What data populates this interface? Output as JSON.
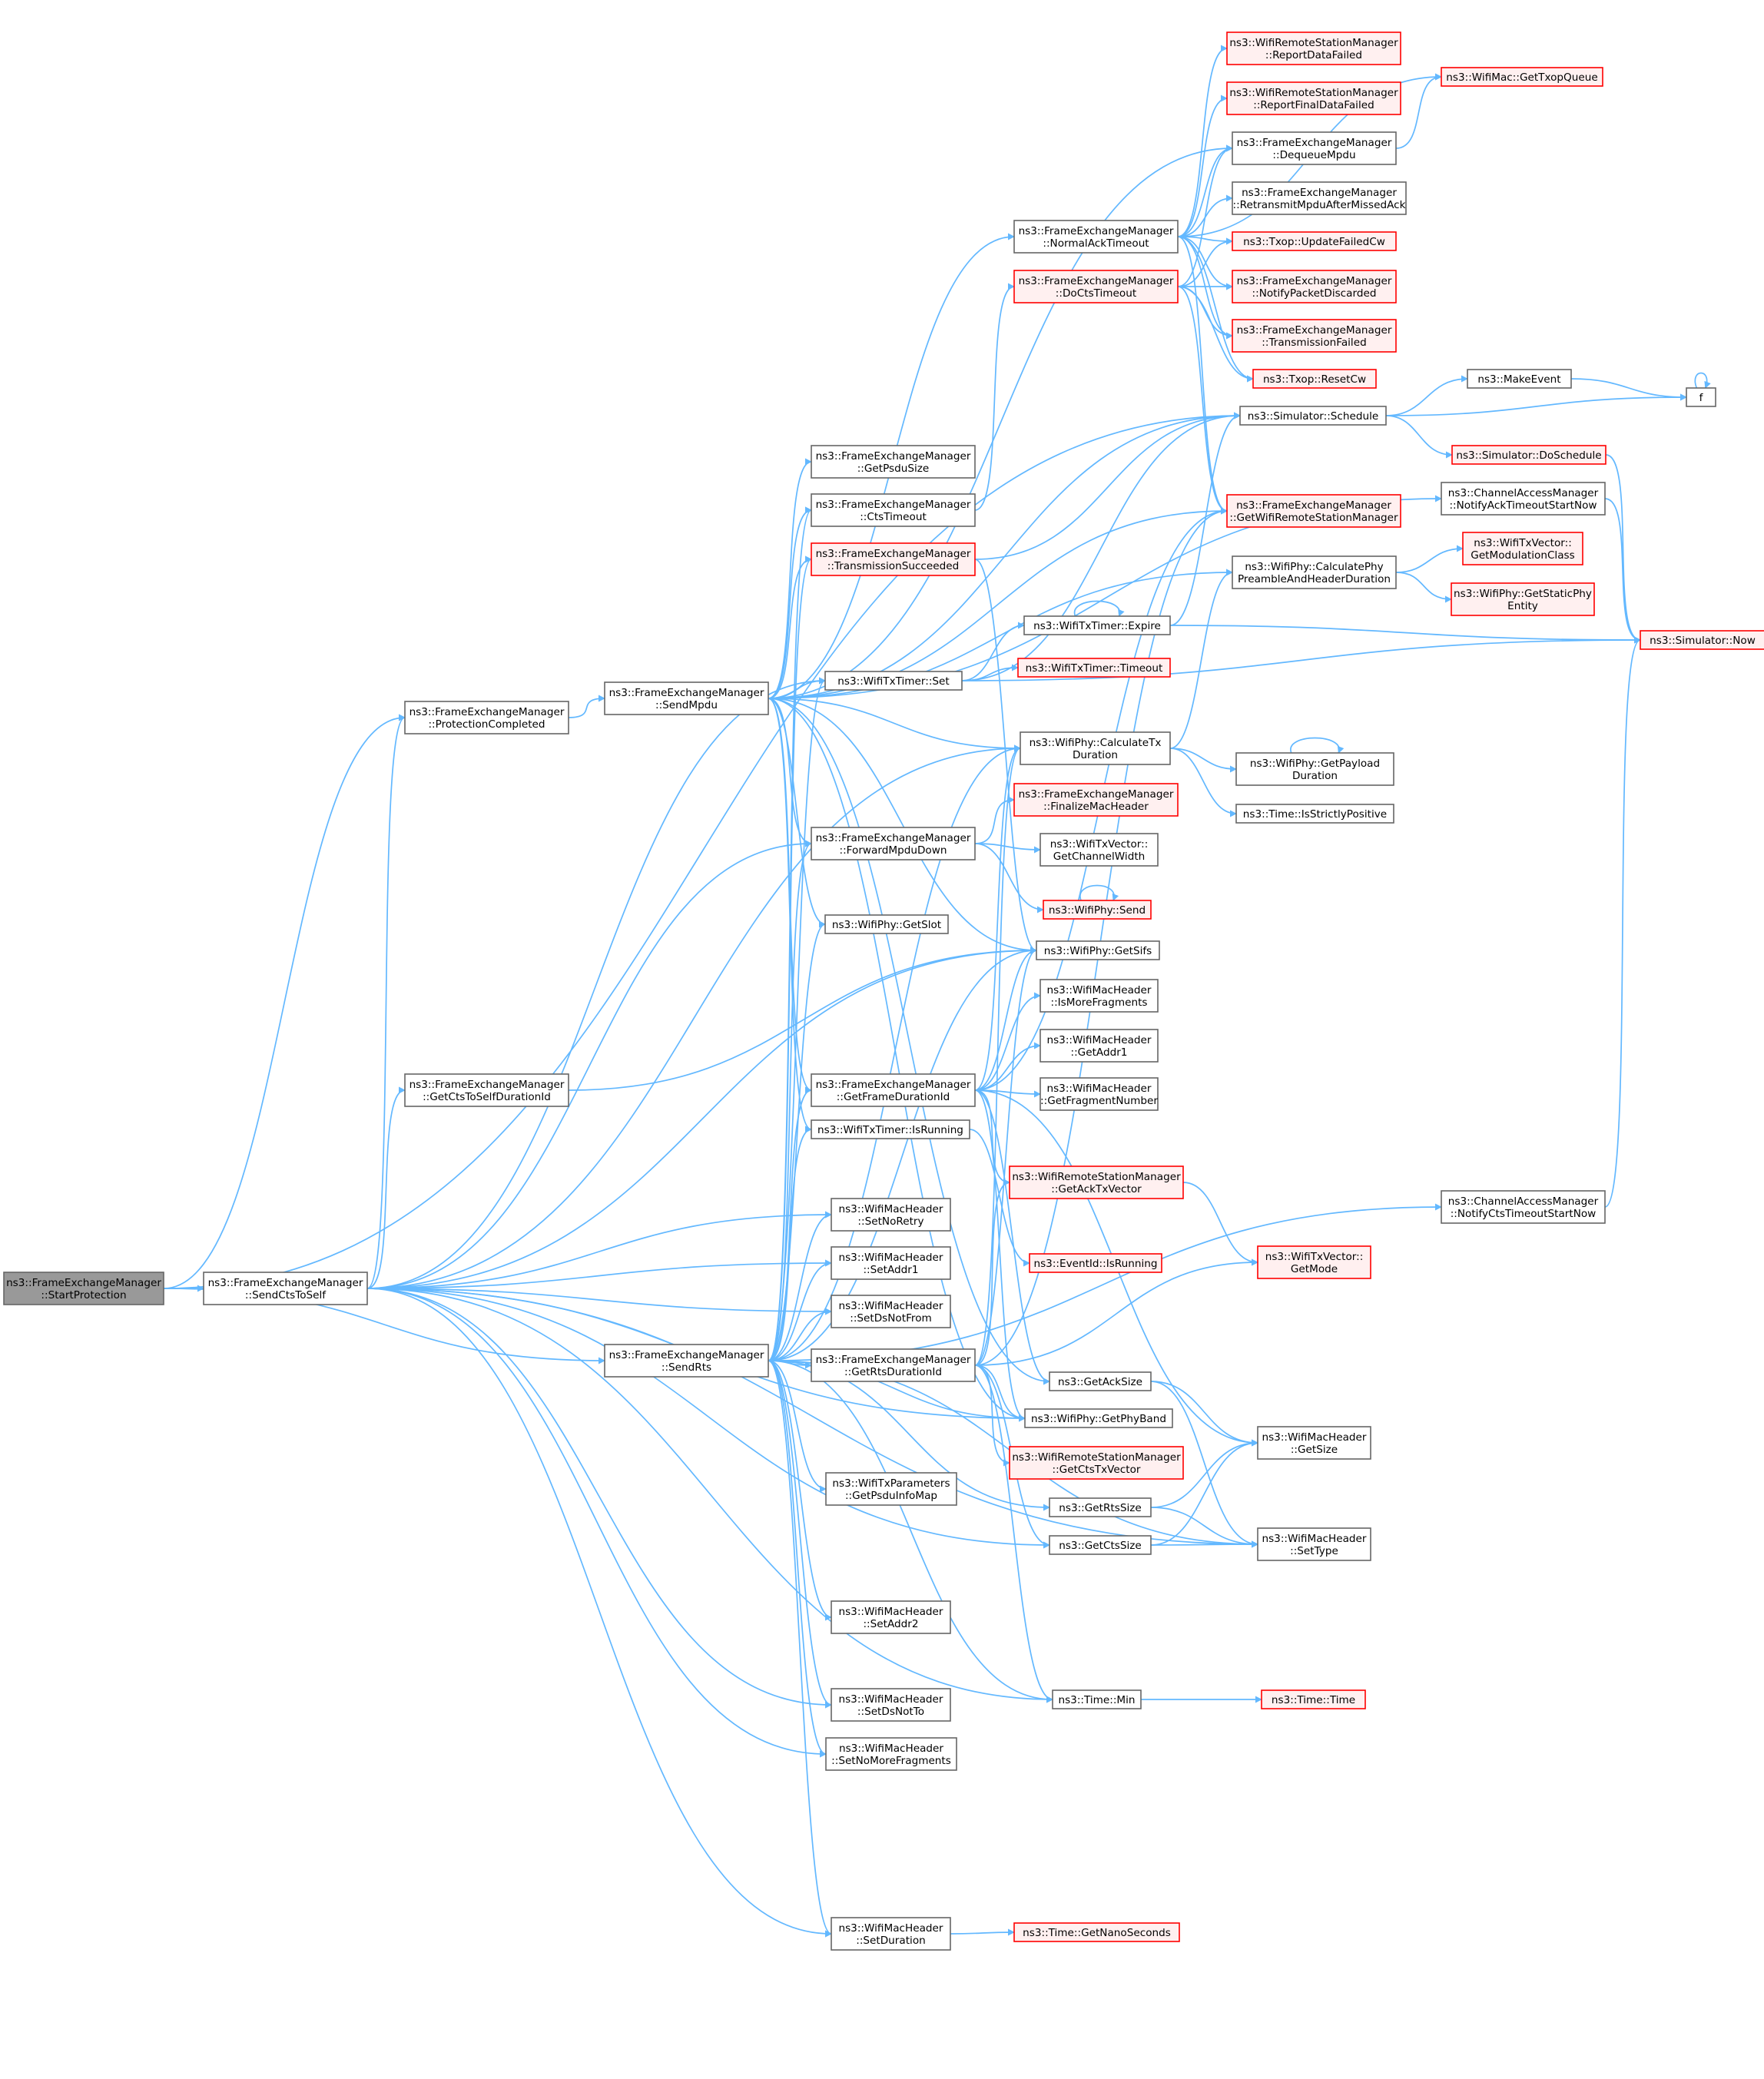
{
  "colors": {
    "edge": "#63b8ff",
    "root_fill": "#999999",
    "normal_fill": "#ffffff",
    "normal_border": "#666666",
    "trunc_fill": "#fff0f0",
    "trunc_border": "#ff0000"
  },
  "nodes": [
    {
      "id": "startprot",
      "lines": [
        "ns3::FrameExchangeManager",
        "::StartProtection"
      ],
      "style": "root"
    },
    {
      "id": "sendctstoself",
      "lines": [
        "ns3::FrameExchangeManager",
        "::SendCtsToSelf"
      ],
      "style": "normal"
    },
    {
      "id": "protcompleted",
      "lines": [
        "ns3::FrameExchangeManager",
        "::ProtectionCompleted"
      ],
      "style": "normal"
    },
    {
      "id": "getctstoselfdur",
      "lines": [
        "ns3::FrameExchangeManager",
        "::GetCtsToSelfDurationId"
      ],
      "style": "normal"
    },
    {
      "id": "sendmpdu",
      "lines": [
        "ns3::FrameExchangeManager",
        "::SendMpdu"
      ],
      "style": "normal"
    },
    {
      "id": "sendrts",
      "lines": [
        "ns3::FrameExchangeManager",
        "::SendRts"
      ],
      "style": "normal"
    },
    {
      "id": "normalacktimeout",
      "lines": [
        "ns3::FrameExchangeManager",
        "::NormalAckTimeout"
      ],
      "style": "normal"
    },
    {
      "id": "docts",
      "lines": [
        "ns3::FrameExchangeManager",
        "::DoCtsTimeout"
      ],
      "style": "trunc"
    },
    {
      "id": "getpsdusize",
      "lines": [
        "ns3::FrameExchangeManager",
        "::GetPsduSize"
      ],
      "style": "normal"
    },
    {
      "id": "ctstimeout",
      "lines": [
        "ns3::FrameExchangeManager",
        "::CtsTimeout"
      ],
      "style": "normal"
    },
    {
      "id": "txsucceeded",
      "lines": [
        "ns3::FrameExchangeManager",
        "::TransmissionSucceeded"
      ],
      "style": "trunc"
    },
    {
      "id": "timerset",
      "lines": [
        "ns3::WifiTxTimer::Set"
      ],
      "style": "normal"
    },
    {
      "id": "forwardmpdu",
      "lines": [
        "ns3::FrameExchangeManager",
        "::ForwardMpduDown"
      ],
      "style": "normal"
    },
    {
      "id": "getslot",
      "lines": [
        "ns3::WifiPhy::GetSlot"
      ],
      "style": "normal"
    },
    {
      "id": "getframedur",
      "lines": [
        "ns3::FrameExchangeManager",
        "::GetFrameDurationId"
      ],
      "style": "normal"
    },
    {
      "id": "timerisrunning",
      "lines": [
        "ns3::WifiTxTimer::IsRunning"
      ],
      "style": "normal"
    },
    {
      "id": "setnoretry",
      "lines": [
        "ns3::WifiMacHeader",
        "::SetNoRetry"
      ],
      "style": "normal"
    },
    {
      "id": "setaddr1",
      "lines": [
        "ns3::WifiMacHeader",
        "::SetAddr1"
      ],
      "style": "normal"
    },
    {
      "id": "setdsnotfrom",
      "lines": [
        "ns3::WifiMacHeader",
        "::SetDsNotFrom"
      ],
      "style": "normal"
    },
    {
      "id": "getrtsdur",
      "lines": [
        "ns3::FrameExchangeManager",
        "::GetRtsDurationId"
      ],
      "style": "normal"
    },
    {
      "id": "getpsduinfomap",
      "lines": [
        "ns3::WifiTxParameters",
        "::GetPsduInfoMap"
      ],
      "style": "normal"
    },
    {
      "id": "setaddr2",
      "lines": [
        "ns3::WifiMacHeader",
        "::SetAddr2"
      ],
      "style": "normal"
    },
    {
      "id": "setdsnotto",
      "lines": [
        "ns3::WifiMacHeader",
        "::SetDsNotTo"
      ],
      "style": "normal"
    },
    {
      "id": "setnomorefrag",
      "lines": [
        "ns3::WifiMacHeader",
        "::SetNoMoreFragments"
      ],
      "style": "normal"
    },
    {
      "id": "setduration",
      "lines": [
        "ns3::WifiMacHeader",
        "::SetDuration"
      ],
      "style": "normal"
    },
    {
      "id": "timerexpire",
      "lines": [
        "ns3::WifiTxTimer::Expire"
      ],
      "style": "normal"
    },
    {
      "id": "timertimeout",
      "lines": [
        "ns3::WifiTxTimer::Timeout"
      ],
      "style": "trunc"
    },
    {
      "id": "calctxdur",
      "lines": [
        "ns3::WifiPhy::CalculateTx",
        "Duration"
      ],
      "style": "normal"
    },
    {
      "id": "finalizemac",
      "lines": [
        "ns3::FrameExchangeManager",
        "::FinalizeMacHeader"
      ],
      "style": "trunc"
    },
    {
      "id": "getchanwidth",
      "lines": [
        "ns3::WifiTxVector::",
        "GetChannelWidth"
      ],
      "style": "normal"
    },
    {
      "id": "physend",
      "lines": [
        "ns3::WifiPhy::Send"
      ],
      "style": "trunc"
    },
    {
      "id": "getsifs",
      "lines": [
        "ns3::WifiPhy::GetSifs"
      ],
      "style": "normal"
    },
    {
      "id": "ismorefrag",
      "lines": [
        "ns3::WifiMacHeader",
        "::IsMoreFragments"
      ],
      "style": "normal"
    },
    {
      "id": "getaddr1",
      "lines": [
        "ns3::WifiMacHeader",
        "::GetAddr1"
      ],
      "style": "normal"
    },
    {
      "id": "getfragnum",
      "lines": [
        "ns3::WifiMacHeader",
        "::GetFragmentNumber"
      ],
      "style": "normal"
    },
    {
      "id": "getacktxvec",
      "lines": [
        "ns3::WifiRemoteStationManager",
        "::GetAckTxVector"
      ],
      "style": "trunc"
    },
    {
      "id": "eventisrunning",
      "lines": [
        "ns3::EventId::IsRunning"
      ],
      "style": "trunc"
    },
    {
      "id": "getacksize",
      "lines": [
        "ns3::GetAckSize"
      ],
      "style": "normal"
    },
    {
      "id": "getphyband",
      "lines": [
        "ns3::WifiPhy::GetPhyBand"
      ],
      "style": "normal"
    },
    {
      "id": "getctstxvec",
      "lines": [
        "ns3::WifiRemoteStationManager",
        "::GetCtsTxVector"
      ],
      "style": "trunc"
    },
    {
      "id": "getrtssize",
      "lines": [
        "ns3::GetRtsSize"
      ],
      "style": "normal"
    },
    {
      "id": "getctssize",
      "lines": [
        "ns3::GetCtsSize"
      ],
      "style": "normal"
    },
    {
      "id": "timemin",
      "lines": [
        "ns3::Time::Min"
      ],
      "style": "normal"
    },
    {
      "id": "getnanosec",
      "lines": [
        "ns3::Time::GetNanoSeconds"
      ],
      "style": "trunc"
    },
    {
      "id": "reportdatafailed",
      "lines": [
        "ns3::WifiRemoteStationManager",
        "::ReportDataFailed"
      ],
      "style": "trunc"
    },
    {
      "id": "reportfinaldatafailed",
      "lines": [
        "ns3::WifiRemoteStationManager",
        "::ReportFinalDataFailed"
      ],
      "style": "trunc"
    },
    {
      "id": "dequeuempdu",
      "lines": [
        "ns3::FrameExchangeManager",
        "::DequeueMpdu"
      ],
      "style": "normal"
    },
    {
      "id": "retransmitmpdu",
      "lines": [
        "ns3::FrameExchangeManager",
        "::RetransmitMpduAfterMissedAck"
      ],
      "style": "normal"
    },
    {
      "id": "updatefailedcw",
      "lines": [
        "ns3::Txop::UpdateFailedCw"
      ],
      "style": "trunc"
    },
    {
      "id": "notifypktdiscarded",
      "lines": [
        "ns3::FrameExchangeManager",
        "::NotifyPacketDiscarded"
      ],
      "style": "trunc"
    },
    {
      "id": "txfailed",
      "lines": [
        "ns3::FrameExchangeManager",
        "::TransmissionFailed"
      ],
      "style": "trunc"
    },
    {
      "id": "resetcw",
      "lines": [
        "ns3::Txop::ResetCw"
      ],
      "style": "trunc"
    },
    {
      "id": "schedule",
      "lines": [
        "ns3::Simulator::Schedule"
      ],
      "style": "normal"
    },
    {
      "id": "getwifirsm",
      "lines": [
        "ns3::FrameExchangeManager",
        "::GetWifiRemoteStationManager"
      ],
      "style": "trunc"
    },
    {
      "id": "calcphypreamble",
      "lines": [
        "ns3::WifiPhy::CalculatePhy",
        "PreambleAndHeaderDuration"
      ],
      "style": "normal"
    },
    {
      "id": "getpayloaddur",
      "lines": [
        "ns3::WifiPhy::GetPayload",
        "Duration"
      ],
      "style": "normal"
    },
    {
      "id": "isstrictlypositive",
      "lines": [
        "ns3::Time::IsStrictlyPositive"
      ],
      "style": "normal"
    },
    {
      "id": "getmode",
      "lines": [
        "ns3::WifiTxVector::",
        "GetMode"
      ],
      "style": "trunc"
    },
    {
      "id": "getsize",
      "lines": [
        "ns3::WifiMacHeader",
        "::GetSize"
      ],
      "style": "normal"
    },
    {
      "id": "settype",
      "lines": [
        "ns3::WifiMacHeader",
        "::SetType"
      ],
      "style": "normal"
    },
    {
      "id": "timetime",
      "lines": [
        "ns3::Time::Time"
      ],
      "style": "trunc"
    },
    {
      "id": "gettxopqueue",
      "lines": [
        "ns3::WifiMac::GetTxopQueue"
      ],
      "style": "trunc"
    },
    {
      "id": "makeevent",
      "lines": [
        "ns3::MakeEvent"
      ],
      "style": "normal"
    },
    {
      "id": "doschedule",
      "lines": [
        "ns3::Simulator::DoSchedule"
      ],
      "style": "trunc"
    },
    {
      "id": "notifyacktimeout",
      "lines": [
        "ns3::ChannelAccessManager",
        "::NotifyAckTimeoutStartNow"
      ],
      "style": "normal"
    },
    {
      "id": "getmodclass",
      "lines": [
        "ns3::WifiTxVector::",
        "GetModulationClass"
      ],
      "style": "trunc"
    },
    {
      "id": "getstaticphy",
      "lines": [
        "ns3::WifiPhy::GetStaticPhy",
        "Entity"
      ],
      "style": "trunc"
    },
    {
      "id": "notifyctstimeout",
      "lines": [
        "ns3::ChannelAccessManager",
        "::NotifyCtsTimeoutStartNow"
      ],
      "style": "normal"
    },
    {
      "id": "f",
      "lines": [
        "f"
      ],
      "style": "normal"
    },
    {
      "id": "now",
      "lines": [
        "ns3::Simulator::Now"
      ],
      "style": "trunc"
    }
  ],
  "edges": [
    [
      "startprot",
      "sendctstoself"
    ],
    [
      "startprot",
      "protcompleted"
    ],
    [
      "startprot",
      "sendrts"
    ],
    [
      "startprot",
      "schedule"
    ],
    [
      "sendctstoself",
      "protcompleted"
    ],
    [
      "sendctstoself",
      "getctstoselfdur"
    ],
    [
      "sendctstoself",
      "calctxdur"
    ],
    [
      "sendctstoself",
      "forwardmpdu"
    ],
    [
      "sendctstoself",
      "getsifs"
    ],
    [
      "sendctstoself",
      "setnoretry"
    ],
    [
      "sendctstoself",
      "setaddr1"
    ],
    [
      "sendctstoself",
      "setdsnotfrom"
    ],
    [
      "sendctstoself",
      "setdsnotto"
    ],
    [
      "sendctstoself",
      "setnomorefrag"
    ],
    [
      "sendctstoself",
      "setduration"
    ],
    [
      "sendctstoself",
      "timemin"
    ],
    [
      "sendctstoself",
      "getctssize"
    ],
    [
      "sendctstoself",
      "settype"
    ],
    [
      "sendctstoself",
      "getphyband"
    ],
    [
      "sendctstoself",
      "timerset"
    ],
    [
      "protcompleted",
      "sendmpdu"
    ],
    [
      "getctstoselfdur",
      "getsifs"
    ],
    [
      "sendmpdu",
      "normalacktimeout"
    ],
    [
      "sendmpdu",
      "getpsdusize"
    ],
    [
      "sendmpdu",
      "ctstimeout"
    ],
    [
      "sendmpdu",
      "txsucceeded"
    ],
    [
      "sendmpdu",
      "timerset"
    ],
    [
      "sendmpdu",
      "calctxdur"
    ],
    [
      "sendmpdu",
      "forwardmpdu"
    ],
    [
      "sendmpdu",
      "getslot"
    ],
    [
      "sendmpdu",
      "getframedur"
    ],
    [
      "sendmpdu",
      "timerisrunning"
    ],
    [
      "sendmpdu",
      "getsifs"
    ],
    [
      "sendmpdu",
      "dequeuempdu"
    ],
    [
      "sendmpdu",
      "schedule"
    ],
    [
      "sendmpdu",
      "getwifirsm"
    ],
    [
      "sendmpdu",
      "calcphypreamble"
    ],
    [
      "sendmpdu",
      "notifyacktimeout"
    ],
    [
      "sendmpdu",
      "getphyband"
    ],
    [
      "sendmpdu",
      "getacksize"
    ],
    [
      "sendrts",
      "getrtsdur"
    ],
    [
      "sendrts",
      "getpsduinfomap"
    ],
    [
      "sendrts",
      "setaddr2"
    ],
    [
      "sendrts",
      "setdsnotto"
    ],
    [
      "sendrts",
      "setnomorefrag"
    ],
    [
      "sendrts",
      "setduration"
    ],
    [
      "sendrts",
      "setaddr1"
    ],
    [
      "sendrts",
      "setdsnotfrom"
    ],
    [
      "sendrts",
      "setnoretry"
    ],
    [
      "sendrts",
      "timerisrunning"
    ],
    [
      "sendrts",
      "timemin"
    ],
    [
      "sendrts",
      "getrtssize"
    ],
    [
      "sendrts",
      "settype"
    ],
    [
      "sendrts",
      "forwardmpdu"
    ],
    [
      "sendrts",
      "calctxdur"
    ],
    [
      "sendrts",
      "timerset"
    ],
    [
      "sendrts",
      "getslot"
    ],
    [
      "sendrts",
      "getsifs"
    ],
    [
      "sendrts",
      "getphyband"
    ],
    [
      "sendrts",
      "notifyctstimeout"
    ],
    [
      "sendrts",
      "getframedur"
    ],
    [
      "sendrts",
      "ctstimeout"
    ],
    [
      "sendrts",
      "txsucceeded"
    ],
    [
      "normalacktimeout",
      "reportdatafailed"
    ],
    [
      "normalacktimeout",
      "reportfinaldatafailed"
    ],
    [
      "normalacktimeout",
      "dequeuempdu"
    ],
    [
      "normalacktimeout",
      "retransmitmpdu"
    ],
    [
      "normalacktimeout",
      "updatefailedcw"
    ],
    [
      "normalacktimeout",
      "notifypktdiscarded"
    ],
    [
      "normalacktimeout",
      "txfailed"
    ],
    [
      "normalacktimeout",
      "resetcw"
    ],
    [
      "normalacktimeout",
      "getwifirsm"
    ],
    [
      "normalacktimeout",
      "gettxopqueue"
    ],
    [
      "docts",
      "dequeuempdu"
    ],
    [
      "docts",
      "updatefailedcw"
    ],
    [
      "docts",
      "notifypktdiscarded"
    ],
    [
      "docts",
      "txfailed"
    ],
    [
      "docts",
      "resetcw"
    ],
    [
      "docts",
      "getwifirsm"
    ],
    [
      "ctstimeout",
      "docts"
    ],
    [
      "txsucceeded",
      "schedule"
    ],
    [
      "txsucceeded",
      "getsifs"
    ],
    [
      "timerset",
      "timerexpire"
    ],
    [
      "timerset",
      "timertimeout"
    ],
    [
      "timerset",
      "now"
    ],
    [
      "timerset",
      "schedule"
    ],
    [
      "timerexpire",
      "timerexpire"
    ],
    [
      "timerexpire",
      "now"
    ],
    [
      "timerexpire",
      "schedule"
    ],
    [
      "forwardmpdu",
      "finalizemac"
    ],
    [
      "forwardmpdu",
      "getchanwidth"
    ],
    [
      "forwardmpdu",
      "physend"
    ],
    [
      "physend",
      "physend"
    ],
    [
      "getframedur",
      "getsifs"
    ],
    [
      "getframedur",
      "ismorefrag"
    ],
    [
      "getframedur",
      "getaddr1"
    ],
    [
      "getframedur",
      "getfragnum"
    ],
    [
      "getframedur",
      "getacktxvec"
    ],
    [
      "getframedur",
      "calctxdur"
    ],
    [
      "getframedur",
      "getphyband"
    ],
    [
      "getframedur",
      "getwifirsm"
    ],
    [
      "getframedur",
      "getacksize"
    ],
    [
      "getframedur",
      "getsize"
    ],
    [
      "timerisrunning",
      "eventisrunning"
    ],
    [
      "getrtsdur",
      "calctxdur"
    ],
    [
      "getrtsdur",
      "getsifs"
    ],
    [
      "getrtsdur",
      "getphyband"
    ],
    [
      "getrtsdur",
      "getctstxvec"
    ],
    [
      "getrtsdur",
      "getctssize"
    ],
    [
      "getrtsdur",
      "timemin"
    ],
    [
      "getrtsdur",
      "getmode"
    ],
    [
      "getrtsdur",
      "getwifirsm"
    ],
    [
      "getrtsdur",
      "getacktxvec"
    ],
    [
      "setduration",
      "getnanosec"
    ],
    [
      "calctxdur",
      "calcphypreamble"
    ],
    [
      "calctxdur",
      "getpayloaddur"
    ],
    [
      "calctxdur",
      "isstrictlypositive"
    ],
    [
      "getpayloaddur",
      "getpayloaddur"
    ],
    [
      "getacktxvec",
      "getmode"
    ],
    [
      "getacksize",
      "getsize"
    ],
    [
      "getacksize",
      "settype"
    ],
    [
      "getrtssize",
      "getsize"
    ],
    [
      "getrtssize",
      "settype"
    ],
    [
      "getctssize",
      "getsize"
    ],
    [
      "getctssize",
      "settype"
    ],
    [
      "timemin",
      "timetime"
    ],
    [
      "dequeuempdu",
      "gettxopqueue"
    ],
    [
      "schedule",
      "makeevent"
    ],
    [
      "schedule",
      "f"
    ],
    [
      "schedule",
      "doschedule"
    ],
    [
      "makeevent",
      "f"
    ],
    [
      "f",
      "f"
    ],
    [
      "doschedule",
      "now"
    ],
    [
      "calcphypreamble",
      "getmodclass"
    ],
    [
      "calcphypreamble",
      "getstaticphy"
    ],
    [
      "notifyacktimeout",
      "now"
    ],
    [
      "notifyctstimeout",
      "now"
    ]
  ]
}
